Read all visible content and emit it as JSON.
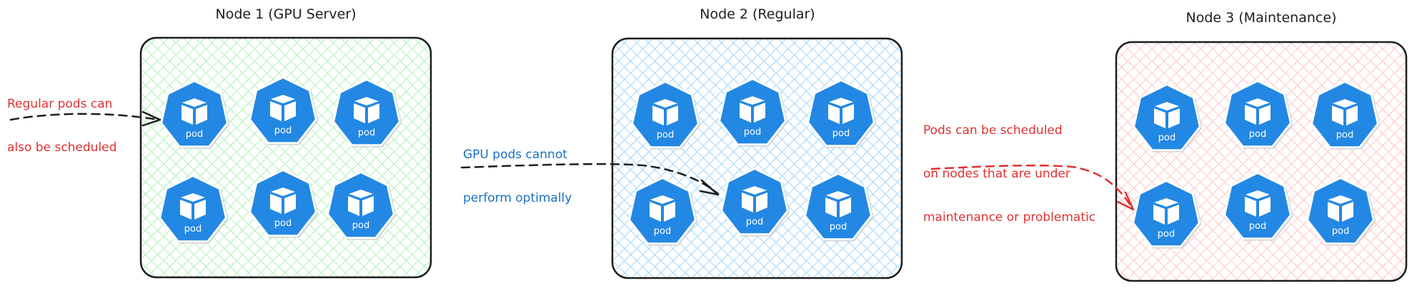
{
  "colors": {
    "pod_fill": "#2388e3",
    "pod_glyph": "#ffffff",
    "stroke": "#1e1e1e",
    "annotation_red": "#e03131",
    "annotation_blue": "#1971c2",
    "hatch_green": "#b2f2bb",
    "hatch_blue": "#a5d8ff",
    "hatch_red": "#ffc9c9"
  },
  "nodes": [
    {
      "title": "Node 1 (GPU Server)",
      "hatch": "#b2f2bb",
      "pod_label": "pod",
      "pod_count": 6
    },
    {
      "title": "Node 2 (Regular)",
      "hatch": "#a5d8ff",
      "pod_label": "pod",
      "pod_count": 6
    },
    {
      "title": "Node 3 (Maintenance)",
      "hatch": "#ffc9c9",
      "pod_label": "pod",
      "pod_count": 6
    }
  ],
  "annotations": [
    {
      "lines": [
        "Regular pods can",
        "also be scheduled"
      ],
      "color": "#e03131",
      "arrow_color": "#1e1e1e",
      "target": "Node 1 (GPU Server)"
    },
    {
      "lines": [
        "GPU pods cannot",
        "perform optimally"
      ],
      "color": "#1971c2",
      "arrow_color": "#1e1e1e",
      "target": "Node 2 (Regular)"
    },
    {
      "lines": [
        "Pods can be scheduled",
        "on nodes that are under",
        "maintenance or problematic"
      ],
      "color": "#e03131",
      "arrow_color": "#e03131",
      "target": "Node 3 (Maintenance)"
    }
  ],
  "icons": {
    "pod": "kubernetes-pod-icon",
    "cube": "cube-icon"
  }
}
